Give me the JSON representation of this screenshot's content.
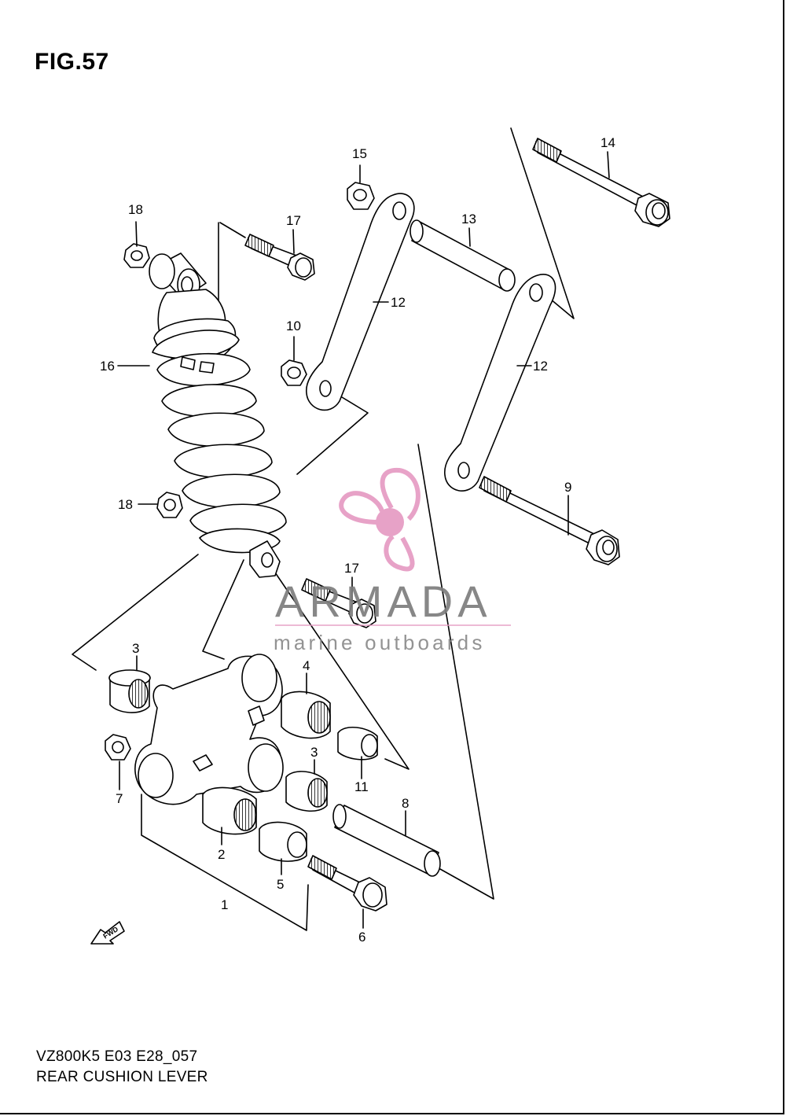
{
  "figure": {
    "title": "FIG.57"
  },
  "footer": {
    "code": "VZ800K5 E03 E28_057",
    "name": "REAR CUSHION LEVER"
  },
  "watermark": {
    "brand": "ARMADA",
    "tagline": "marine outboards",
    "logo_icon": "propeller-icon",
    "logo_color": "#e69bc3"
  },
  "direction": {
    "label": "FWD",
    "icon": "arrow-left-icon"
  },
  "callouts": [
    "1",
    "2",
    "3",
    "3",
    "4",
    "5",
    "6",
    "7",
    "8",
    "9",
    "10",
    "11",
    "12",
    "12",
    "13",
    "14",
    "15",
    "16",
    "17",
    "17",
    "18",
    "18"
  ]
}
